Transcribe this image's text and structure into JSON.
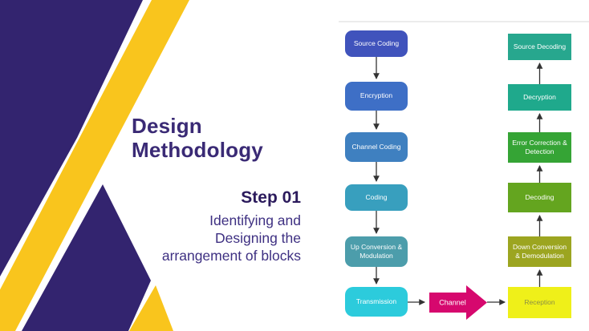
{
  "slide": {
    "title": "Design\nMethodology",
    "step_label": "Step 01",
    "step_description": "Identifying and\nDesigning the\narrangement of blocks"
  },
  "colors": {
    "purple": "#33246F",
    "yellow": "#F9C51D",
    "title_text": "#3A2A75",
    "step_text": "#2B1A5C",
    "description_text": "#3E3082",
    "connector": "#333333",
    "diagram_border": "#D9D9D9",
    "block_text": "#FFFFFF"
  },
  "flowchart": {
    "tx_chain": [
      {
        "label": "Source Coding",
        "color": "#4053BC",
        "text_color": "#FFFFFF"
      },
      {
        "label": "Encryption",
        "color": "#3E6FC6",
        "text_color": "#FFFFFF"
      },
      {
        "label": "Channel Coding",
        "color": "#3F80C0",
        "text_color": "#FFFFFF"
      },
      {
        "label": "Coding",
        "color": "#389FBE",
        "text_color": "#FFFFFF"
      },
      {
        "label": "Up Conversion & Modulation",
        "color": "#4C9DAB",
        "text_color": "#FFFFFF"
      },
      {
        "label": "Transmission",
        "color": "#2CCBDC",
        "text_color": "#FFFFFF"
      }
    ],
    "rx_chain": [
      {
        "label": "Source Decoding",
        "color": "#27A78E",
        "text_color": "#FFFFFF"
      },
      {
        "label": "Decryption",
        "color": "#1FA98C",
        "text_color": "#FFFFFF"
      },
      {
        "label": "Error Correction & Detection",
        "color": "#35A435",
        "text_color": "#FFFFFF"
      },
      {
        "label": "Decoding",
        "color": "#64A51F",
        "text_color": "#FFFFFF"
      },
      {
        "label": "Down Conversion & Demodulation",
        "color": "#9CA520",
        "text_color": "#FFFFFF"
      },
      {
        "label": "Reception",
        "color": "#EFF019",
        "text_color": "#8C8F45"
      }
    ],
    "channel": {
      "label": "Channel",
      "color": "#D6086E",
      "text_color": "#FFFFFF"
    }
  }
}
